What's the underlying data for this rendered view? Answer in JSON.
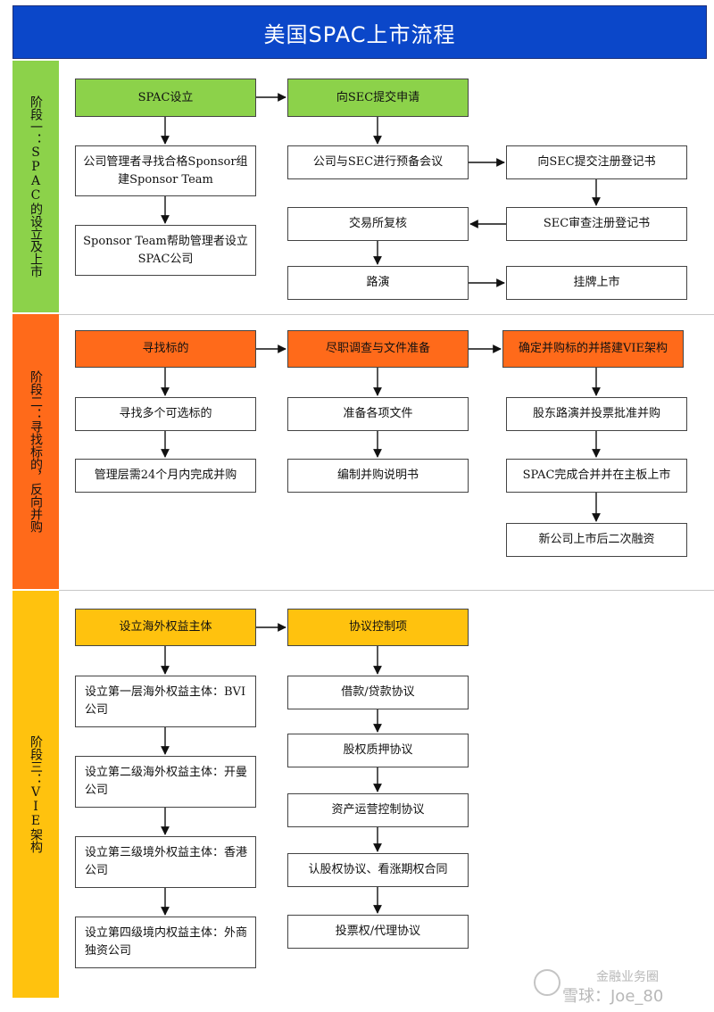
{
  "title": "美国SPAC上市流程",
  "colors": {
    "title_bg": "#0b47c9",
    "stage1": "#8cd24a",
    "stage2": "#ff6a1a",
    "stage3": "#ffc20e"
  },
  "stage1": {
    "label": "阶段一：SPAC的设立及上市",
    "col1": [
      "SPAC设立",
      "公司管理者寻找合格Sponsor组建Sponsor Team",
      "Sponsor Team帮助管理者设立SPAC公司"
    ],
    "col2": [
      "向SEC提交申请",
      "公司与SEC进行预备会议",
      "交易所复核",
      "路演"
    ],
    "col3": [
      "向SEC提交注册登记书",
      "SEC审查注册登记书",
      "挂牌上市"
    ]
  },
  "stage2": {
    "label": "阶段二：寻找标的，反向并购",
    "col1": [
      "寻找标的",
      "寻找多个可选标的",
      "管理层需24个月内完成并购"
    ],
    "col2": [
      "尽职调查与文件准备",
      "准备各项文件",
      "编制并购说明书"
    ],
    "col3": [
      "确定并购标的并搭建VIE架构",
      "股东路演并投票批准并购",
      "SPAC完成合并并在主板上市",
      "新公司上市后二次融资"
    ]
  },
  "stage3": {
    "label": "阶段三：VIE架构",
    "col1": [
      "设立海外权益主体",
      "设立第一层海外权益主体：BVI公司",
      "设立第二级海外权益主体：开曼公司",
      "设立第三级境外权益主体：香港公司",
      "设立第四级境内权益主体：外商独资公司"
    ],
    "col2": [
      "协议控制项",
      "借款/贷款协议",
      "股权质押协议",
      "资产运营控制协议",
      "认股权协议、看涨期权合同",
      "投票权/代理协议"
    ]
  },
  "watermark": {
    "line1": "金融业务圈",
    "line2": "雪球：Joe_80"
  }
}
